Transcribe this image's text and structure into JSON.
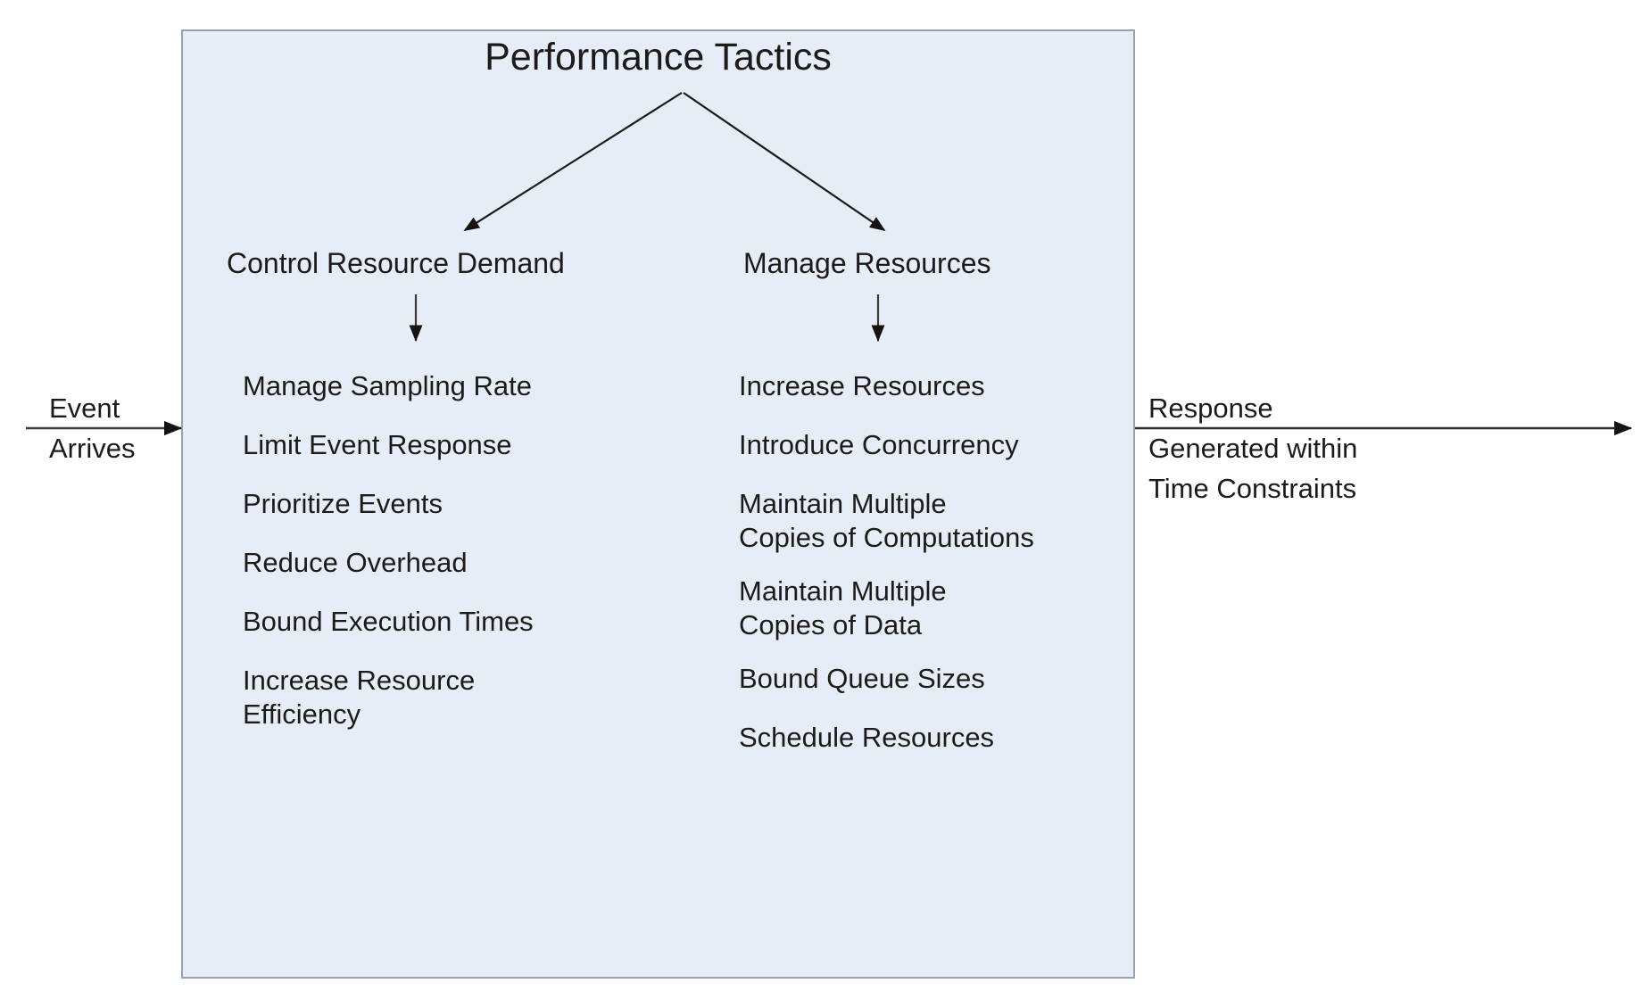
{
  "diagram": {
    "title": "Performance Tactics",
    "box_fill": "#e7edf6",
    "box_border": "#9aa1ab",
    "text_color": "#1b1b1b"
  },
  "branches": [
    {
      "heading": "Control Resource Demand",
      "tactics": [
        "Manage Sampling Rate",
        "Limit Event Response",
        "Prioritize Events",
        "Reduce Overhead",
        "Bound Execution Times",
        "Increase Resource\nEfficiency"
      ]
    },
    {
      "heading": "Manage Resources",
      "tactics": [
        "Increase Resources",
        "Introduce Concurrency",
        "Maintain Multiple\nCopies of Computations",
        "Maintain Multiple\nCopies of Data",
        "Bound Queue Sizes",
        "Schedule Resources"
      ]
    }
  ],
  "input": {
    "line1": "Event",
    "line2": "Arrives",
    "arrow": "arrow-right-icon"
  },
  "output": {
    "line1": "Response",
    "line2": "Generated within",
    "line3": "Time Constraints",
    "arrow": "arrow-right-icon"
  }
}
